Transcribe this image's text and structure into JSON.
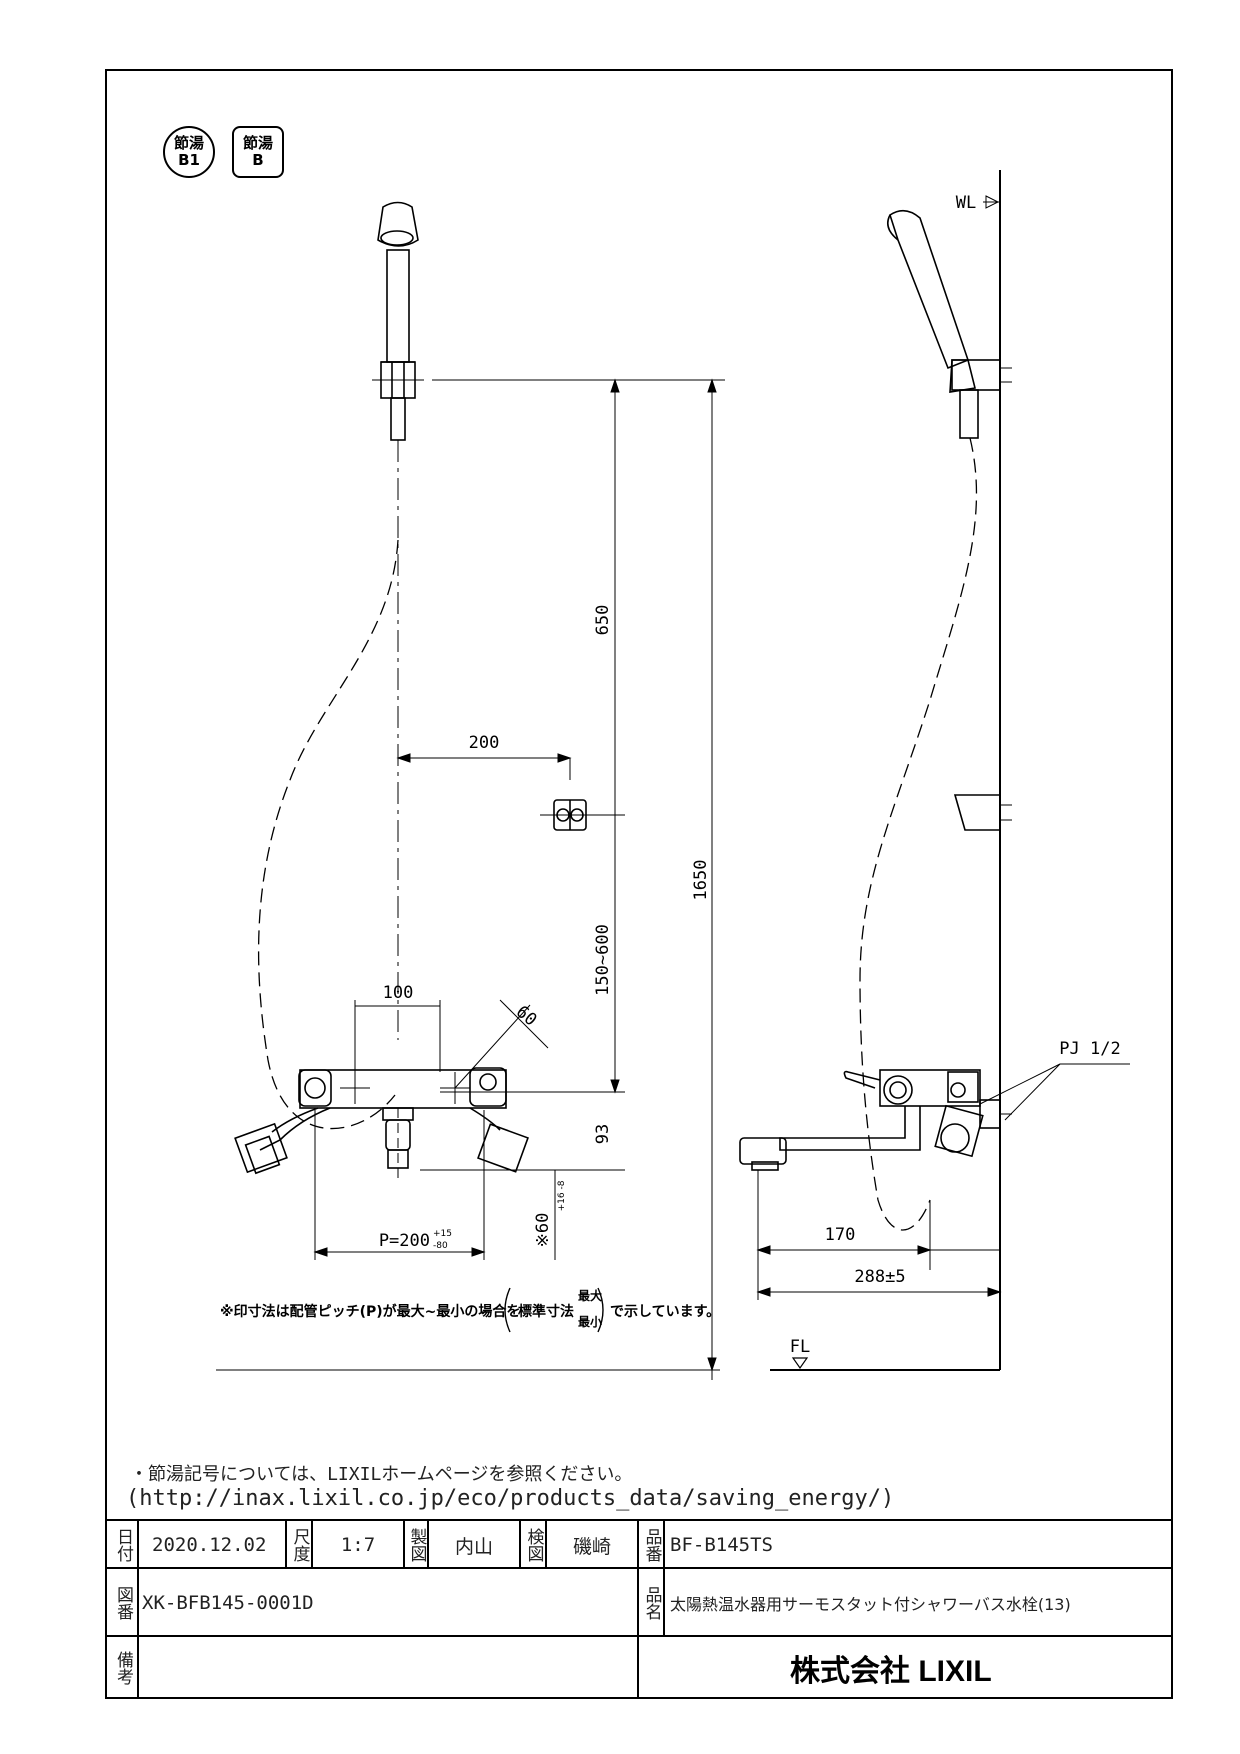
{
  "badges": [
    {
      "line1": "節湯",
      "line2": "B1"
    },
    {
      "line1": "節湯",
      "line2": "B"
    }
  ],
  "dimensions": {
    "d650": "650",
    "d1650": "1650",
    "d200": "200",
    "d150_600": "150~600",
    "d100": "100",
    "d60": "60",
    "d93": "93",
    "pitch": "P=200",
    "pitch_tol_upper": "+15",
    "pitch_tol_lower": "-80",
    "height60": "※60",
    "height60_tol": "+16 -8",
    "d170": "170",
    "d288": "288±5",
    "wl": "WL",
    "fl": "FL",
    "pj": "PJ 1/2"
  },
  "drawing_note": {
    "before": "※印寸法は配管ピッチ(P)が最大~最小の場合を",
    "standard": "標準寸法",
    "max": "最大",
    "min": "最小",
    "after": "で示しています。"
  },
  "footer_note": {
    "line1": "・節湯記号については、LIXILホームページを参照ください。",
    "line2": "(http://inax.lixil.co.jp/eco/products_data/saving_energy/)"
  },
  "title_block": {
    "date_label": "日付",
    "date": "2020.12.02",
    "scale_label": "尺度",
    "scale": "1:7",
    "drawn_label": "製図",
    "drawn_by": "内山",
    "checked_label": "検図",
    "checked_by": "磯崎",
    "product_no_label": "品番",
    "product_no": "BF-B145TS",
    "drawing_no_label": "図番",
    "drawing_no": "XK-BFB145-0001D",
    "product_name_label": "品名",
    "product_name": "太陽熱温水器用サーモスタット付シャワーバス水栓(13)",
    "remarks_label": "備考",
    "remarks": "",
    "company": "株式会社 LIXIL"
  }
}
